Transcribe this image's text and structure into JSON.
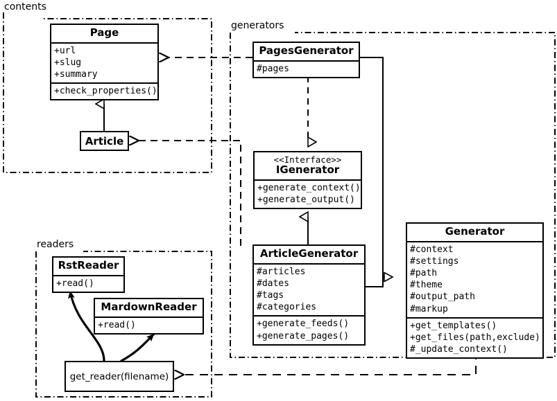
{
  "diagram": {
    "title": "Pelican architecture UML class diagram",
    "stroke_color": "#000000",
    "background_color": "#ffffff"
  },
  "packages": [
    {
      "id": "contents",
      "label": "contents"
    },
    {
      "id": "generators",
      "label": "generators"
    },
    {
      "id": "readers",
      "label": "readers"
    }
  ],
  "classes": [
    {
      "id": "page",
      "name": "Page",
      "stereotype": "",
      "attributes": [
        "+url",
        "+slug",
        "+summary"
      ],
      "methods": [
        "+check_properties()"
      ]
    },
    {
      "id": "article",
      "name": "Article",
      "stereotype": "",
      "attributes": [],
      "methods": []
    },
    {
      "id": "pages_generator",
      "name": "PagesGenerator",
      "stereotype": "",
      "attributes": [
        "#pages"
      ],
      "methods": []
    },
    {
      "id": "igenerator",
      "name": "IGenerator",
      "stereotype": "<<Interface>>",
      "attributes": [],
      "methods": [
        "+generate_context()",
        "+generate_output()"
      ]
    },
    {
      "id": "article_generator",
      "name": "ArticleGenerator",
      "stereotype": "",
      "attributes": [
        "#articles",
        "#dates",
        "#tags",
        "#categories"
      ],
      "methods": [
        "+generate_feeds()",
        "+generate_pages()"
      ]
    },
    {
      "id": "generator",
      "name": "Generator",
      "stereotype": "",
      "attributes": [
        "#context",
        "#settings",
        "#path",
        "#theme",
        "#output_path",
        "#markup"
      ],
      "methods": [
        "+get_templates()",
        "+get_files(path,exclude)",
        "#_update_context()"
      ]
    },
    {
      "id": "rst_reader",
      "name": "RstReader",
      "stereotype": "",
      "attributes": [],
      "methods": [
        "+read()"
      ]
    },
    {
      "id": "mardown_reader",
      "name": "MardownReader",
      "stereotype": "",
      "attributes": [],
      "methods": [
        "+read()"
      ]
    }
  ],
  "functions": [
    {
      "id": "get_reader",
      "label": "get_reader(filename)"
    }
  ],
  "relations": [
    {
      "id": "article-inherits-page",
      "type": "generalization",
      "from": "article",
      "to": "page"
    },
    {
      "id": "pagesgenerator-realizes-igenerator",
      "type": "realization",
      "from": "pages_generator",
      "to": "igenerator"
    },
    {
      "id": "articlegenerator-realizes-igenerator",
      "type": "realization",
      "from": "article_generator",
      "to": "igenerator"
    },
    {
      "id": "pagesgenerator-uses-page",
      "type": "dependency",
      "from": "pages_generator",
      "to": "page"
    },
    {
      "id": "articlegenerator-uses-article",
      "type": "dependency",
      "from": "article_generator",
      "to": "article"
    },
    {
      "id": "pagesgenerator-inherits-generator",
      "type": "generalization",
      "from": "pages_generator",
      "to": "generator"
    },
    {
      "id": "articlegenerator-inherits-generator",
      "type": "generalization",
      "from": "article_generator",
      "to": "generator"
    },
    {
      "id": "generator-uses-get-reader",
      "type": "dependency",
      "from": "generator",
      "to": "get_reader"
    },
    {
      "id": "get-reader-returns-rstreader",
      "type": "curved-arrow",
      "from": "get_reader",
      "to": "rst_reader"
    },
    {
      "id": "get-reader-returns-mardownreader",
      "type": "curved-arrow",
      "from": "get_reader",
      "to": "mardown_reader"
    }
  ]
}
